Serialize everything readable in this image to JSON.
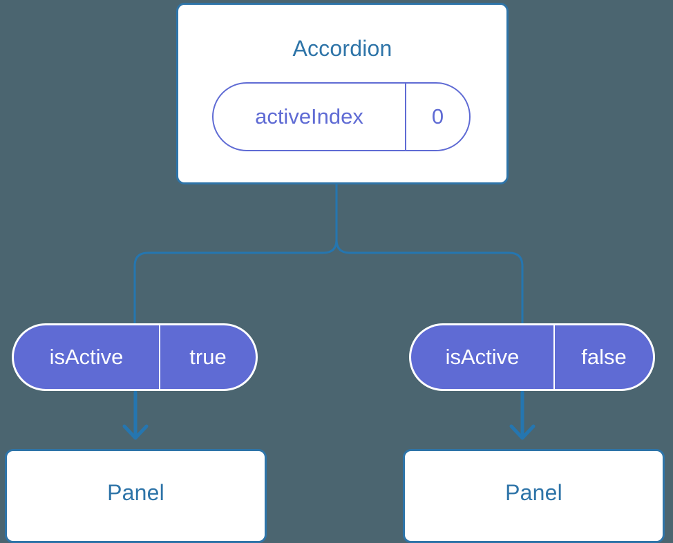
{
  "diagram": {
    "type": "component-tree",
    "background_color": "#4b6570",
    "accent_blue": "#2e74a8",
    "accent_indigo": "#5f6bd4",
    "root": {
      "title": "Accordion",
      "state": {
        "key": "activeIndex",
        "value": "0"
      }
    },
    "branches": [
      {
        "prop": {
          "key": "isActive",
          "value": "true"
        },
        "child": {
          "title": "Panel"
        }
      },
      {
        "prop": {
          "key": "isActive",
          "value": "false"
        },
        "child": {
          "title": "Panel"
        }
      }
    ]
  }
}
